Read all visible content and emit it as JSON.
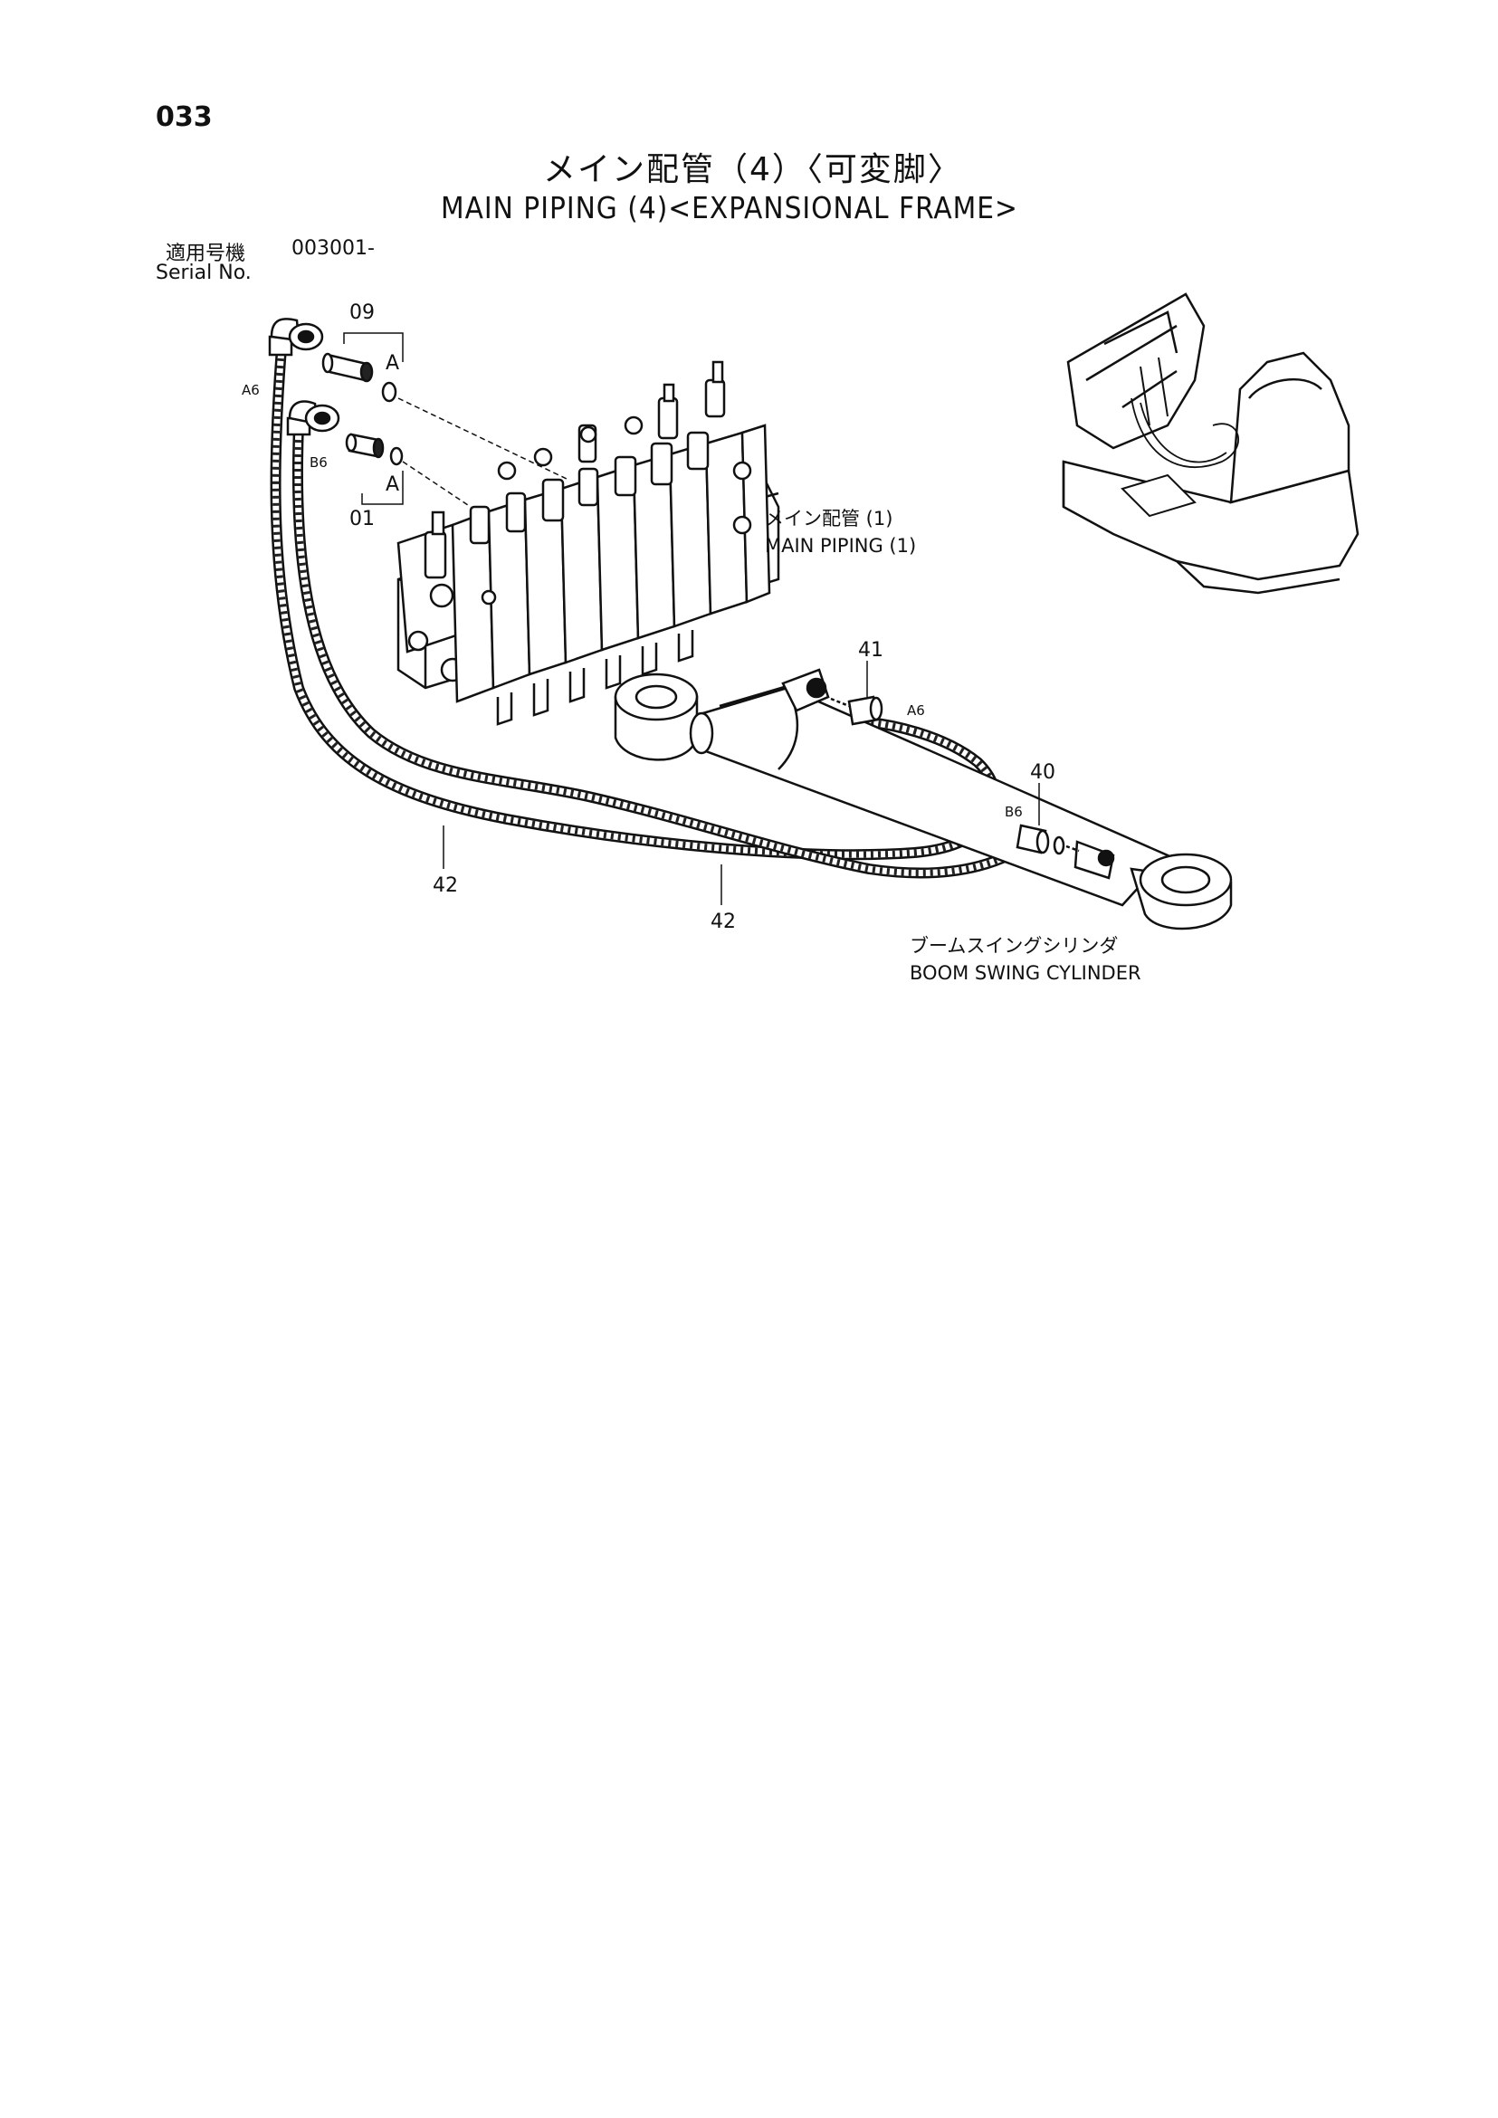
{
  "page": {
    "number": "033",
    "title_jp": "メイン配管（4）〈可変脚〉",
    "title_en": "MAIN PIPING (4)<EXPANSIONAL FRAME>",
    "serial_label_jp": "適用号機",
    "serial_label_en": "Serial No.",
    "serial_value": "003001-"
  },
  "diagram": {
    "callouts": {
      "p09": "09",
      "p01": "01",
      "p41": "41",
      "p40": "40",
      "p42_left": "42",
      "p42_center": "42"
    },
    "port_labels": {
      "a6_left": "A6",
      "b6_left": "B6",
      "a6_right": "A6",
      "b6_right": "B6",
      "a_upper": "A",
      "a_lower": "A"
    },
    "references": {
      "main_piping_jp": "メイン配管 (1)",
      "main_piping_en": "MAIN PIPING (1)",
      "cylinder_jp": "ブームスイングシリンダ",
      "cylinder_en": "BOOM SWING CYLINDER"
    }
  }
}
